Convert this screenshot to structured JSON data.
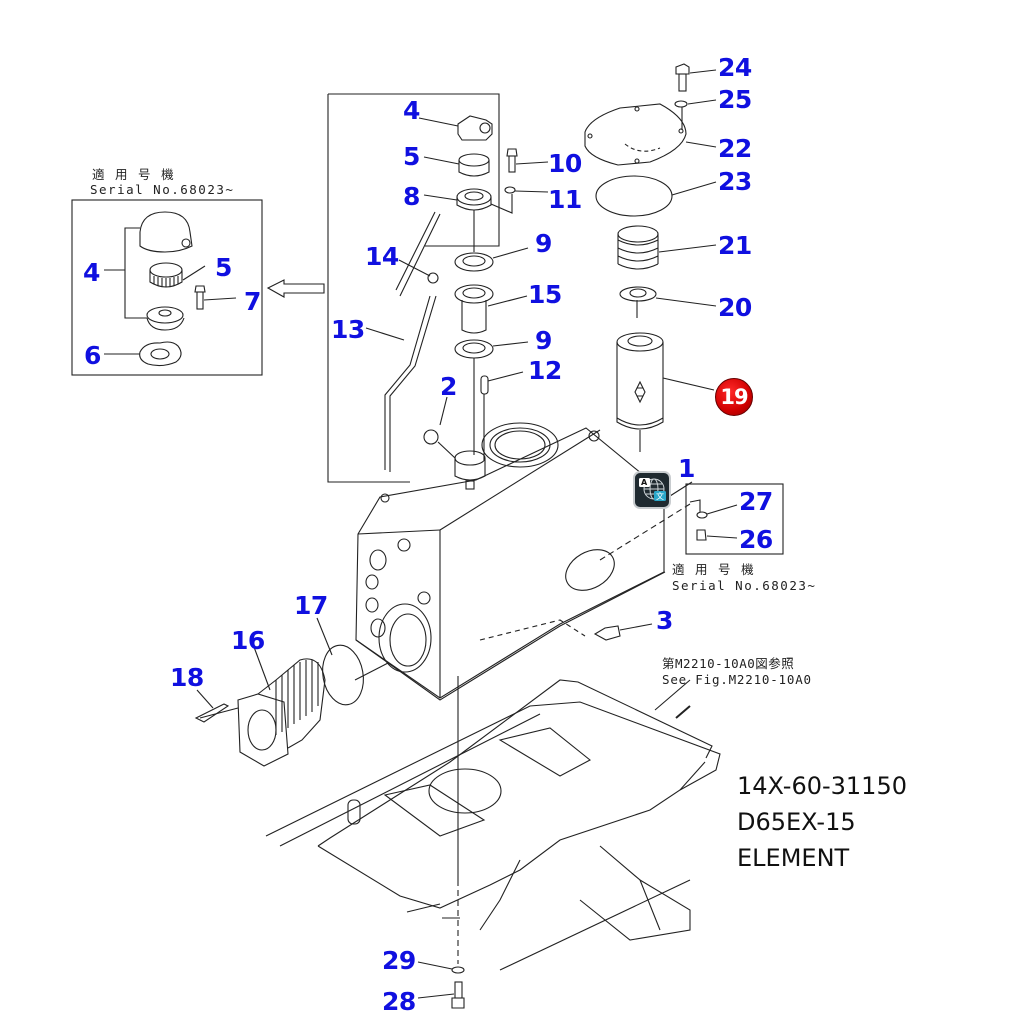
{
  "diagram": {
    "title_block": {
      "part_number": "14X-60-31150",
      "model": "D65EX-15",
      "part_name": "ELEMENT"
    },
    "notes": {
      "serial_left_jp": "適 用 号 機",
      "serial_left_en": "Serial No.68023~",
      "serial_right_jp": "適 用 号 機",
      "serial_right_en": "Serial No.68023~",
      "see_fig_jp": "第M2210-10A0図参照",
      "see_fig_en": "See Fig.M2210-10A0"
    },
    "callouts": {
      "c1": "1",
      "c2": "2",
      "c3": "3",
      "c4_main": "4",
      "c4_inset": "4",
      "c5_main": "5",
      "c5_inset": "5",
      "c6": "6",
      "c7": "7",
      "c8": "8",
      "c9_upper": "9",
      "c9_lower": "9",
      "c10": "10",
      "c11": "11",
      "c12": "12",
      "c13": "13",
      "c14": "14",
      "c15": "15",
      "c16": "16",
      "c17": "17",
      "c18": "18",
      "c19": "19",
      "c20": "20",
      "c21": "21",
      "c22": "22",
      "c23": "23",
      "c24": "24",
      "c25": "25",
      "c26": "26",
      "c27": "27",
      "c28": "28",
      "c29": "29"
    },
    "highlighted_part": "19",
    "colors": {
      "callout_blue": "#1010e0",
      "highlight_red": "#d00000",
      "line": "#222222"
    },
    "overlay": {
      "icon": "translate-icon",
      "letter_a": "A",
      "letter_cjk": "文"
    }
  }
}
